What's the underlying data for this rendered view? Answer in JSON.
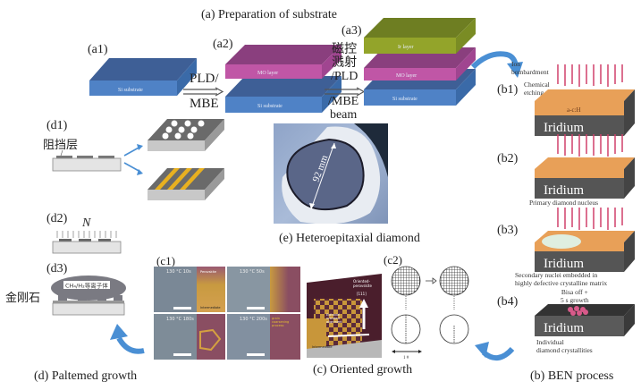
{
  "panel_a": {
    "title": "(a) Preparation of substrate",
    "a1": {
      "label": "(a1)",
      "slab": "Si substrate"
    },
    "a2": {
      "label": "(a2)",
      "top": "MO layer",
      "bottom": "Si substrate"
    },
    "a3": {
      "label": "(a3)",
      "top": "Ir layer",
      "middle": "MO layer",
      "bottom": "Si substrate"
    },
    "step1": {
      "line1": "PLD/",
      "line2": "MBE"
    },
    "step2": {
      "line1": "磁控",
      "line2": "溅射",
      "line3": "/PLD",
      "line4": "/MBE",
      "line5": "beam"
    }
  },
  "panel_b": {
    "caption": "(b) BEN process",
    "ion": "Ion bombardment",
    "chem": "Chemical etching",
    "b1": {
      "label": "(b1)",
      "layer": "a-c:H",
      "base": "Iridium"
    },
    "b2": {
      "label": "(b2)",
      "base": "Iridium",
      "note": "Primary diamond nucleus"
    },
    "b3": {
      "label": "(b3)",
      "base": "Iridium",
      "note1": "Secondary nuclei embedded in",
      "note2": "highly defective crystalline matrix"
    },
    "b4": {
      "label": "(b4)",
      "step1": "Bisa off +",
      "step2": "5 s growth",
      "base": "Iridium",
      "note1": "Individual",
      "note2": "diamond crystallities"
    }
  },
  "panel_c": {
    "caption": "(c) Oriented growth",
    "c1": {
      "label": "(c1)",
      "tiles": [
        "130 °C 10s",
        "130 °C 50s",
        "130 °C 180s",
        "130 °C 200s"
      ],
      "perovskite": "Perovskite",
      "intermediate": "Intermediate",
      "grain": "grain coarsening process"
    },
    "c2": {
      "label": "(c2)",
      "scale": "1 #"
    },
    "oriented": "Oriented-perovskite",
    "direction": "[111]",
    "alignment": "Epitaxial oriented alignment",
    "intermediate": "Intermediate"
  },
  "panel_d": {
    "caption": "(d) Paltemed growth",
    "d1": {
      "label": "(d1)",
      "barrier": "阻挡层"
    },
    "d2": {
      "label": "(d2)",
      "n": "N"
    },
    "d3": {
      "label": "(d3)",
      "diamond": "金刚石",
      "plasma": "CH₄/H₂等离子体"
    }
  },
  "panel_e": {
    "caption": "(e) Heteroepitaxial diamond",
    "size": "92 mm"
  },
  "colors": {
    "si": "#4a78b8",
    "mo": "#c0509a",
    "ir": "#8fa028",
    "arrow": "#4a8fd4",
    "orange": "#e8a058",
    "ion": "#d0406a"
  }
}
